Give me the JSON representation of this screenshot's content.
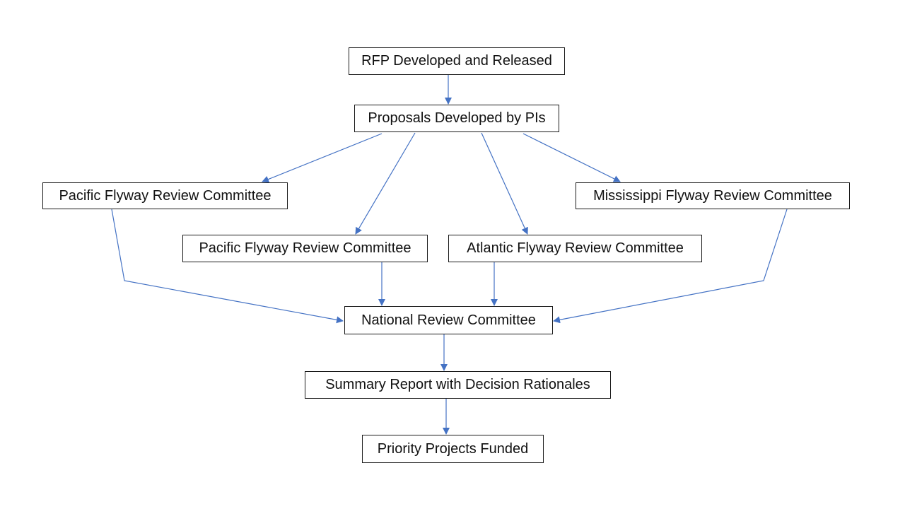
{
  "diagram": {
    "line_color": "#4472C4",
    "box_border_color": "#1a1a1a",
    "nodes": {
      "rfp": "RFP Developed and Released",
      "proposals": "Proposals Developed by PIs",
      "pacific_1": "Pacific Flyway Review Committee",
      "mississippi": "Mississippi Flyway Review Committee",
      "pacific_2": "Pacific Flyway Review Committee",
      "atlantic": "Atlantic Flyway Review Committee",
      "national": "National Review Committee",
      "summary": "Summary Report with Decision Rationales",
      "funded": "Priority Projects Funded"
    },
    "edges": [
      {
        "from": "rfp",
        "to": "proposals"
      },
      {
        "from": "proposals",
        "to": "pacific_1"
      },
      {
        "from": "proposals",
        "to": "pacific_2"
      },
      {
        "from": "proposals",
        "to": "atlantic"
      },
      {
        "from": "proposals",
        "to": "mississippi"
      },
      {
        "from": "pacific_1",
        "to": "national"
      },
      {
        "from": "pacific_2",
        "to": "national"
      },
      {
        "from": "atlantic",
        "to": "national"
      },
      {
        "from": "mississippi",
        "to": "national"
      },
      {
        "from": "national",
        "to": "summary"
      },
      {
        "from": "summary",
        "to": "funded"
      }
    ]
  }
}
